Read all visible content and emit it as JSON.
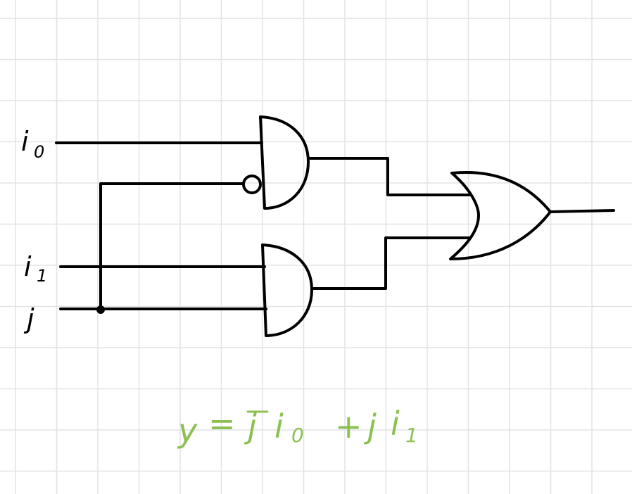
{
  "diagram": {
    "inputs": {
      "i0": {
        "base": "i",
        "sub": "0"
      },
      "i1": {
        "base": "i",
        "sub": "1"
      },
      "j": {
        "base": "j"
      }
    },
    "gates": [
      {
        "id": "and-top",
        "type": "AND",
        "inverted_input": "j"
      },
      {
        "id": "and-bottom",
        "type": "AND"
      },
      {
        "id": "or",
        "type": "OR"
      }
    ],
    "equation": {
      "lhs": "y",
      "eq": "=",
      "t1_var": "j",
      "t1_in": "i",
      "t1_sub": "0",
      "plus": "+",
      "t2_var": "j",
      "t2_in": "i",
      "t2_sub": "1",
      "text": "y = j̄i0 + ji1"
    },
    "colors": {
      "ink": "#000000",
      "grid": "#e3e3e3",
      "equation": "#8cc152"
    }
  }
}
